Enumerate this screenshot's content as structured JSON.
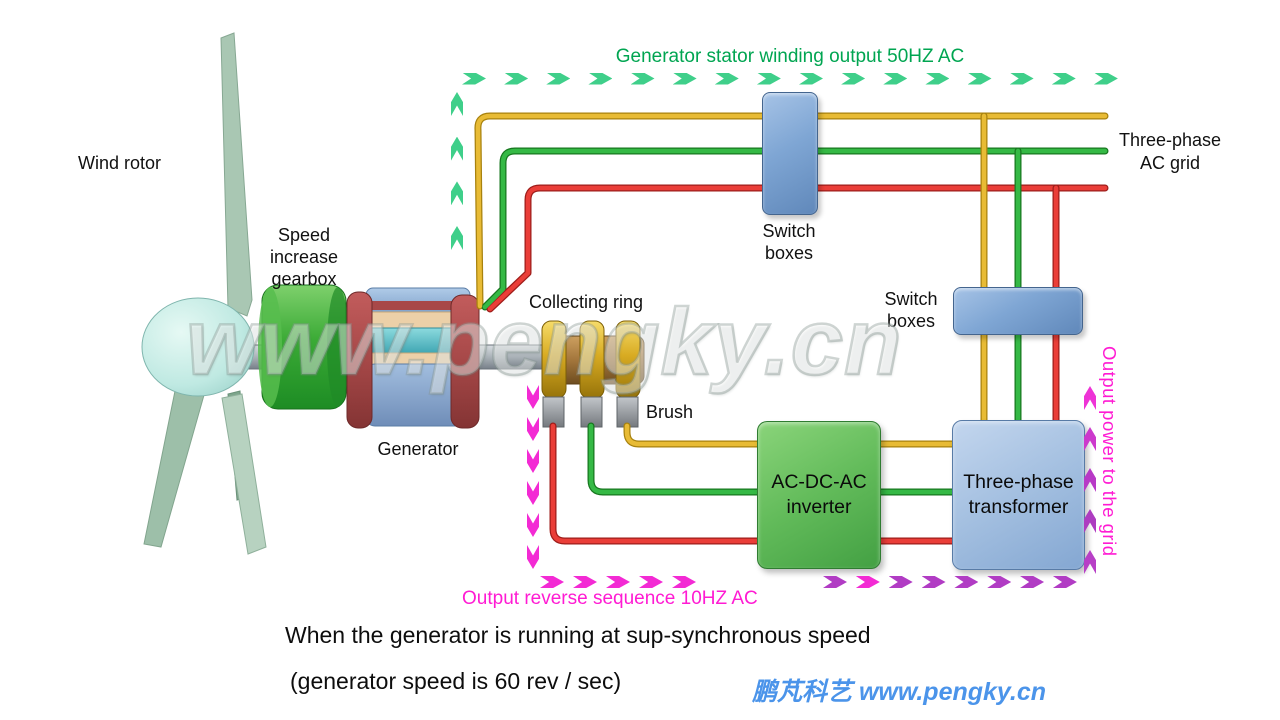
{
  "diagram": {
    "labels": {
      "wind_rotor": "Wind rotor",
      "speed_gearbox": "Speed\nincrease\ngearbox",
      "generator": "Generator",
      "collecting_ring": "Collecting ring",
      "brush": "Brush",
      "switch_boxes_top": "Switch\nboxes",
      "switch_boxes_right": "Switch\nboxes",
      "inverter": "AC-DC-AC\ninverter",
      "transformer": "Three-phase\ntransformer",
      "ac_grid": "Three-phase\nAC grid"
    },
    "flow_annotations": {
      "stator_output": "Generator stator winding output 50HZ AC",
      "rotor_output": "Output reverse sequence 10HZ AC",
      "grid_output": "Output power to the grid"
    },
    "caption": {
      "line1": "When the generator is running at sup-synchronous speed",
      "line2": "(generator speed is 60 rev / sec)"
    },
    "watermarks": {
      "center": "www.pengky.cn",
      "footer": "鹏芃科艺 www.pengky.cn"
    },
    "colors": {
      "phase_yellow": "#e8bb35",
      "phase_green": "#35b945",
      "phase_red": "#ea3e38",
      "flow_green": "#3fcf8a",
      "flow_green_text": "#00a551",
      "flow_magenta": "#f32ad4",
      "flow_magenta_text": "#ff1bd3",
      "flow_purple": "#b13cc4",
      "watermark_blue": "#4b94ea"
    }
  }
}
